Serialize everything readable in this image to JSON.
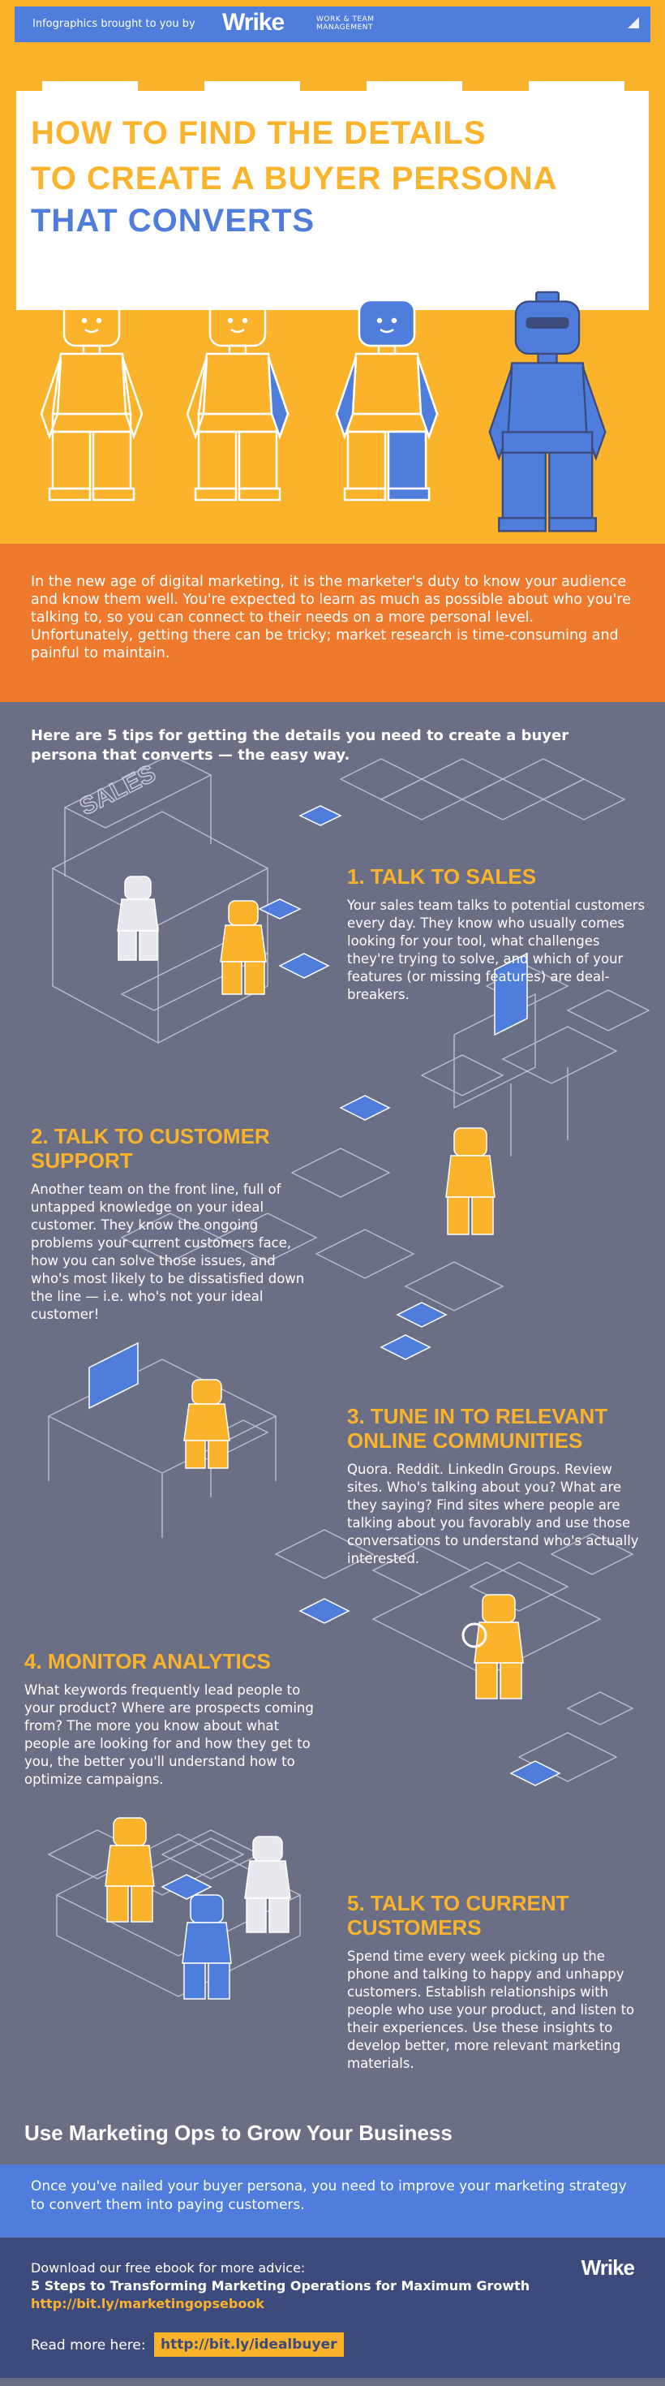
{
  "header": {
    "brought_by": "Infographics brought to you by",
    "logo": "Wrike",
    "tagline": "WORK & TEAM MANAGEMENT"
  },
  "title": {
    "line1": "HOW TO FIND THE DETAILS",
    "line2": "TO CREATE A BUYER PERSONA",
    "line3": "THAT CONVERTS"
  },
  "intro": "In the new age of digital marketing, it is the marketer's duty to know your audience and know them well. You're expected to learn as much as possible about who you're talking to, so you can connect to their needs on a more personal level. Unfortunately, getting there can be tricky; market research is time-consuming and painful to maintain.",
  "lead": "Here are 5 tips for getting the details you need to create a buyer persona that converts — the easy way.",
  "scene_labels": {
    "sales_sign": "SALES"
  },
  "tips": [
    {
      "title": "1. TALK TO SALES",
      "body": "Your sales team talks to potential customers every day. They know who usually comes looking for your tool, what challenges they're trying to solve, and which of your features (or missing features) are deal-breakers."
    },
    {
      "title": "2. TALK TO CUSTOMER SUPPORT",
      "body": "Another team on the front line, full of untapped knowledge on your ideal customer. They know the ongoing problems your current customers face, how you can solve those issues, and who's most likely to be dissatisfied down the line — i.e. who's not your ideal customer!"
    },
    {
      "title": "3. TUNE IN TO RELEVANT ONLINE COMMUNITIES",
      "body": "Quora. Reddit. LinkedIn Groups. Review sites. Who's talking about you? What are they saying? Find sites where people are talking about you favorably and use those conversations to understand who's actually interested."
    },
    {
      "title": "4. MONITOR ANALYTICS",
      "body": "What keywords frequently lead people to your product? Where are prospects coming from? The more you know about what people are looking for and how they get to you, the better you'll understand how to optimize campaigns."
    },
    {
      "title": "5. TALK TO CURRENT CUSTOMERS",
      "body": "Spend time every week picking up the phone and talking to happy and unhappy customers. Establish relationships with people who use your product, and listen to their experiences. Use these insights to develop better, more relevant marketing materials."
    }
  ],
  "cta": {
    "heading": "Use Marketing Ops to Grow Your Business",
    "body": "Once you've nailed your buyer persona, you need to improve your marketing strategy to convert them into paying customers."
  },
  "footer": {
    "download": "Download our free ebook for more advice:",
    "ebook_title": "5 Steps to Transforming Marketing Operations for Maximum Growth",
    "ebook_link": "http://bit.ly/marketingopsebook",
    "read_more": "Read more here:",
    "read_more_link": "http://bit.ly/idealbuyer",
    "logo": "Wrike"
  },
  "colors": {
    "yellow": "#fbb32b",
    "blue": "#4e7ddc",
    "orange": "#ef7a2e",
    "slate": "#6b6f85",
    "navy": "#3c4a7c"
  }
}
